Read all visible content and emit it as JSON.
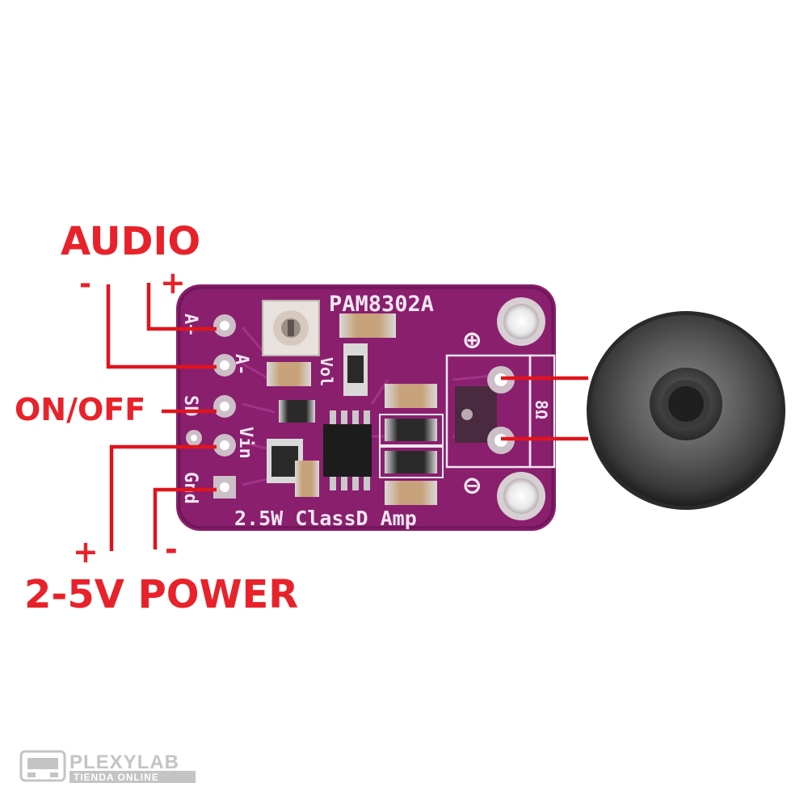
{
  "labels": {
    "audio_title": "AUDIO",
    "audio_minus": "-",
    "audio_plus": "+",
    "on_off": "ON/OFF",
    "power_plus": "+",
    "power_minus": "-",
    "power_title": "2-5V POWER"
  },
  "board": {
    "chip_name": "PAM8302A",
    "subtitle": "2.5W ClassD Amp",
    "pins": [
      "A+",
      "A-",
      "SD",
      "Vin",
      "Gnd"
    ],
    "vol_label": "Vol",
    "speaker_label": "8Ω",
    "plus_mark": "⊕",
    "minus_mark": "⊖"
  },
  "watermark": {
    "brand": "PLEXYLAB",
    "tagline": "TIENDA ONLINE"
  },
  "colors": {
    "label_red": "#e8222a",
    "wire_red": "#e0141c",
    "pcb": "#8a1f6e",
    "pcb_dark": "#6e1557",
    "silkscreen": "#f3e6f1"
  }
}
